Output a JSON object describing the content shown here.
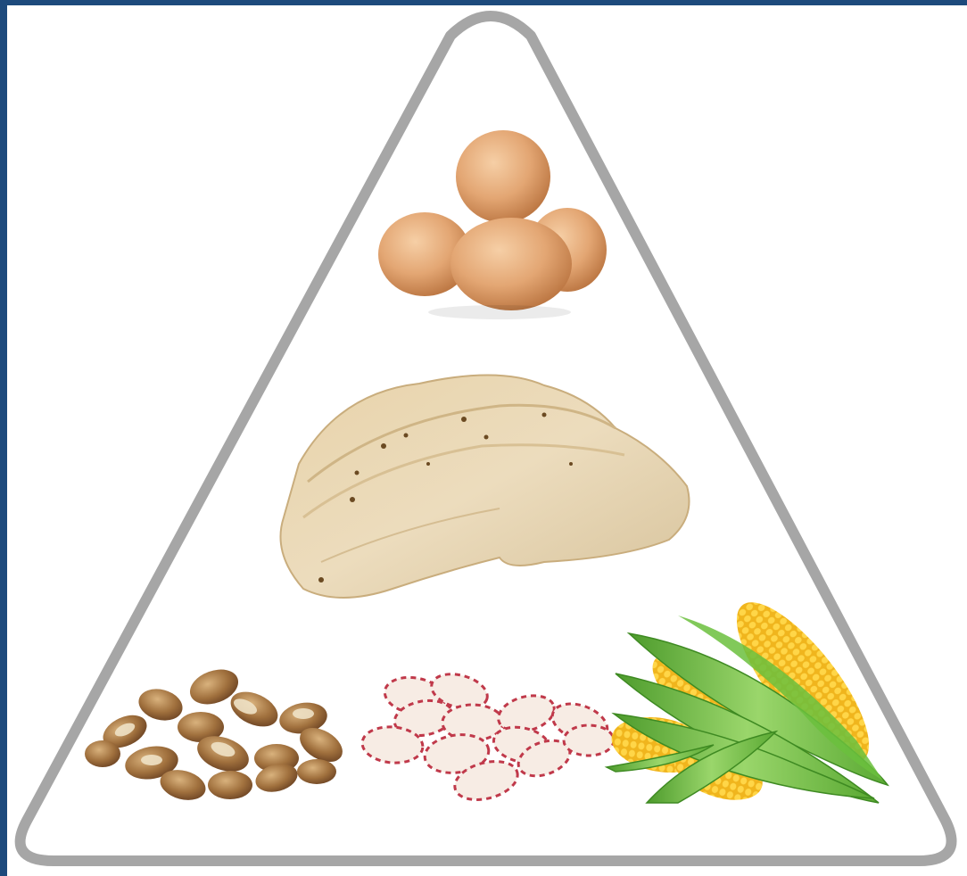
{
  "diagram": {
    "type": "food-pyramid",
    "frame_color": "#a6a6a6",
    "background_color": "#1d4a7c",
    "levels": [
      {
        "tier": "top",
        "items": [
          {
            "icon": "eggs-icon"
          }
        ]
      },
      {
        "tier": "middle",
        "items": [
          {
            "icon": "chicken-breast-icon"
          }
        ]
      },
      {
        "tier": "bottom",
        "items": [
          {
            "icon": "brazil-nuts-icon"
          },
          {
            "icon": "beans-icon"
          },
          {
            "icon": "corn-icon"
          }
        ]
      }
    ]
  }
}
